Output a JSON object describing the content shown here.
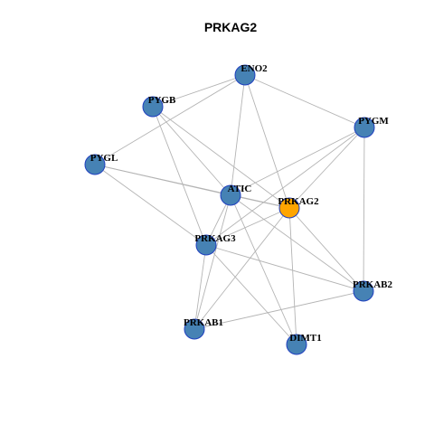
{
  "title": "PRKAG2",
  "colors": {
    "node_fill": "#4682b4",
    "highlight_fill": "#ffa500",
    "node_border": "#1f3fbf",
    "edge": "#b4b4b4"
  },
  "nodes": [
    {
      "id": "ENO2",
      "label": "ENO2",
      "highlight": false
    },
    {
      "id": "PYGB",
      "label": "PYGB",
      "highlight": false
    },
    {
      "id": "PYGM",
      "label": "PYGM",
      "highlight": false
    },
    {
      "id": "PYGL",
      "label": "PYGL",
      "highlight": false
    },
    {
      "id": "ATIC",
      "label": "ATIC",
      "highlight": false
    },
    {
      "id": "PRKAG2",
      "label": "PRKAG2",
      "highlight": true
    },
    {
      "id": "PRKAG3",
      "label": "PRKAG3",
      "highlight": false
    },
    {
      "id": "PRKAB2",
      "label": "PRKAB2",
      "highlight": false
    },
    {
      "id": "PRKAB1",
      "label": "PRKAB1",
      "highlight": false
    },
    {
      "id": "DIMT1",
      "label": "DIMT1",
      "highlight": false
    }
  ],
  "edges": [
    [
      "ENO2",
      "PYGB"
    ],
    [
      "ENO2",
      "PYGL"
    ],
    [
      "ENO2",
      "PYGM"
    ],
    [
      "ENO2",
      "ATIC"
    ],
    [
      "ENO2",
      "PRKAG2"
    ],
    [
      "PYGB",
      "ATIC"
    ],
    [
      "PYGB",
      "PRKAG2"
    ],
    [
      "PYGB",
      "PRKAG3"
    ],
    [
      "PYGL",
      "ATIC"
    ],
    [
      "PYGL",
      "PRKAG2"
    ],
    [
      "PYGL",
      "PRKAG3"
    ],
    [
      "PYGM",
      "ATIC"
    ],
    [
      "PYGM",
      "PRKAG2"
    ],
    [
      "PYGM",
      "PRKAG3"
    ],
    [
      "PYGM",
      "PRKAB2"
    ],
    [
      "ATIC",
      "PRKAG2"
    ],
    [
      "ATIC",
      "PRKAG3"
    ],
    [
      "ATIC",
      "PRKAB1"
    ],
    [
      "ATIC",
      "DIMT1"
    ],
    [
      "ATIC",
      "PRKAB2"
    ],
    [
      "PRKAG2",
      "PRKAG3"
    ],
    [
      "PRKAG2",
      "PRKAB1"
    ],
    [
      "PRKAG2",
      "DIMT1"
    ],
    [
      "PRKAG2",
      "PRKAB2"
    ],
    [
      "PRKAG3",
      "PRKAB1"
    ],
    [
      "PRKAG3",
      "PRKAB2"
    ],
    [
      "PRKAG3",
      "DIMT1"
    ],
    [
      "PRKAB1",
      "PRKAB2"
    ]
  ]
}
